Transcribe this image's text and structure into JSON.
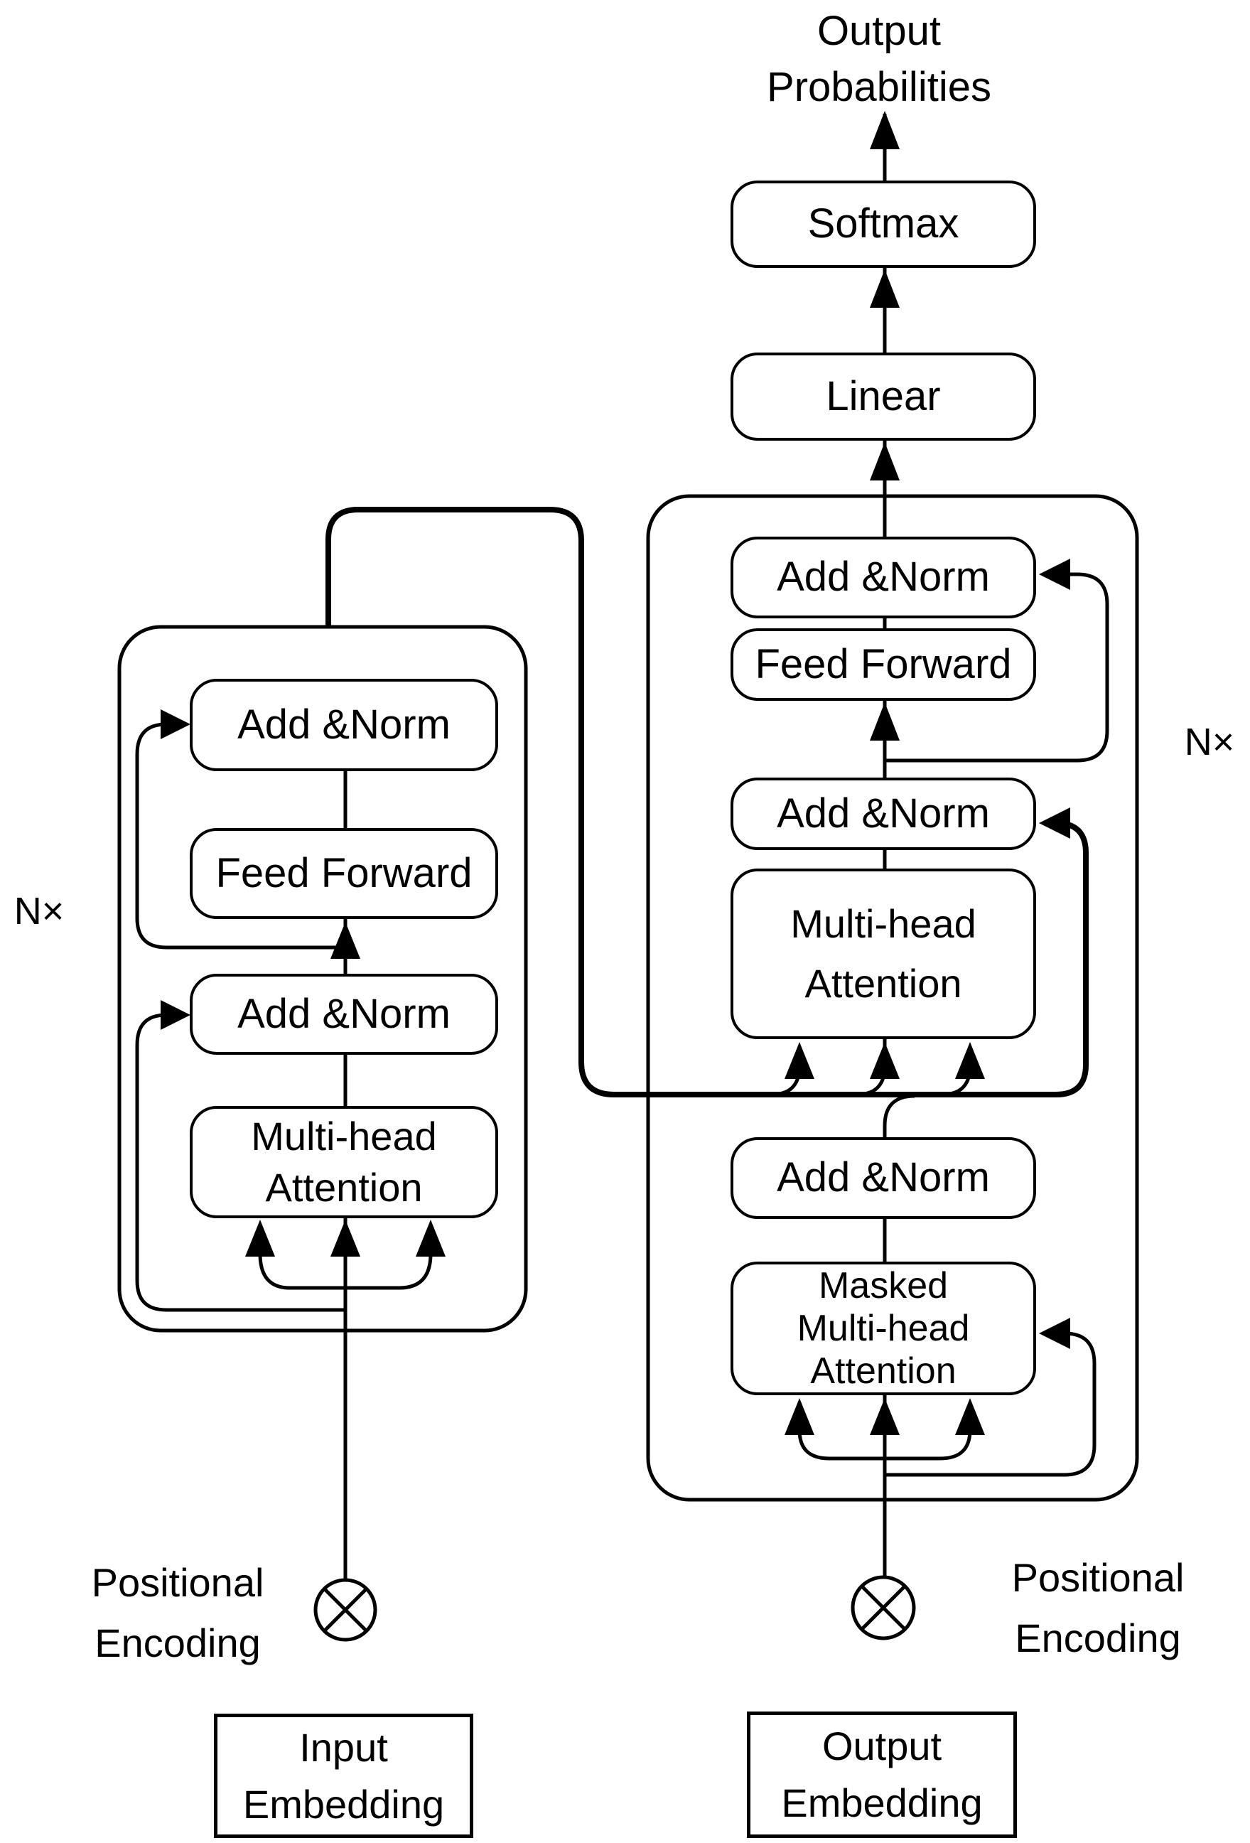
{
  "diagram": {
    "kind": "transformer-architecture",
    "colors": {
      "stroke": "#000000",
      "background": "#ffffff",
      "box_fill": "#ffffff"
    },
    "output_probabilities_label": "Output\nProbabilities",
    "decoder": {
      "softmax": "Softmax",
      "linear": "Linear",
      "add_norm_top": "Add &Norm",
      "feed_forward": "Feed Forward",
      "add_norm_middle": "Add &Norm",
      "multi_head_attention": "Multi-head\nAttention",
      "add_norm_bottom": "Add &Norm",
      "masked_multi_head_attention": "Masked\nMulti-head\nAttention",
      "repeat_label": "N×",
      "positional_encoding_label": "Positional\nEncoding",
      "output_embedding": "Output\nEmbedding"
    },
    "encoder": {
      "add_norm_top": "Add &Norm",
      "feed_forward": "Feed Forward",
      "add_norm_bottom": "Add &Norm",
      "multi_head_attention": "Multi-head\nAttention",
      "repeat_label": "N×",
      "positional_encoding_label": "Positional\nEncoding",
      "input_embedding": "Input\nEmbedding"
    }
  }
}
